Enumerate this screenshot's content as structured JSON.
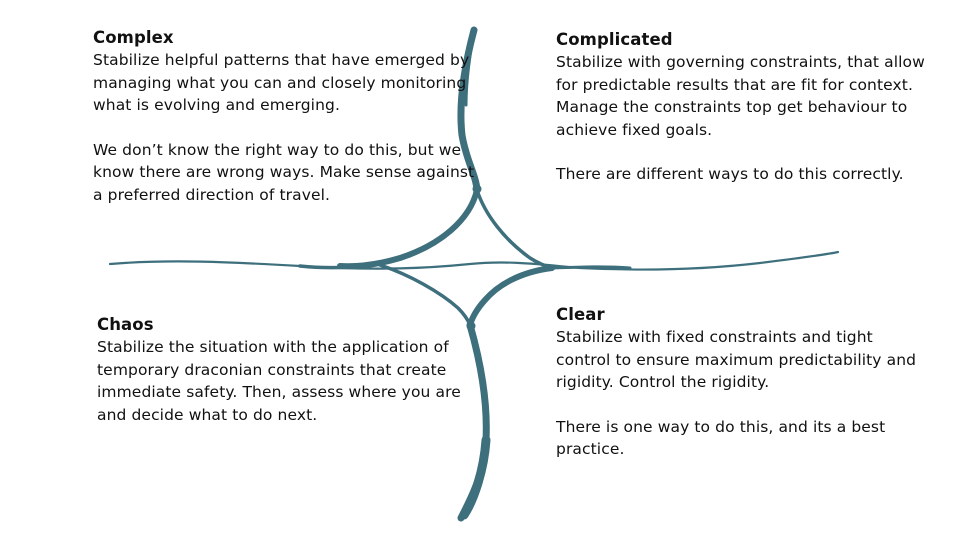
{
  "domains": {
    "complex": {
      "title": "Complex",
      "text1": "Stabilize helpful patterns that have emerged by managing what you can and closely monitoring what is evolving and emerging.",
      "text2": "We don’t know the right way to do this, but we know there are wrong ways. Make sense against a preferred direction of travel."
    },
    "complicated": {
      "title": "Complicated",
      "text1": "Stabilize with governing constraints, that allow for predictable results that are fit for context. Manage the constraints top get behaviour to achieve fixed goals.",
      "text2": "There are different ways to do this correctly."
    },
    "chaos": {
      "title": "Chaos",
      "text1": "Stabilize the situation with the application of temporary draconian constraints that create immediate safety. Then, assess where you are and decide what to do next."
    },
    "clear": {
      "title": "Clear",
      "text1": "Stabilize with fixed constraints and tight control to ensure maximum predictability and rigidity.  Control the rigidity.",
      "text2": "There is one way to do this, and its a best practice."
    }
  },
  "colors": {
    "stroke": "#3e6f7d",
    "text": "#111111"
  }
}
